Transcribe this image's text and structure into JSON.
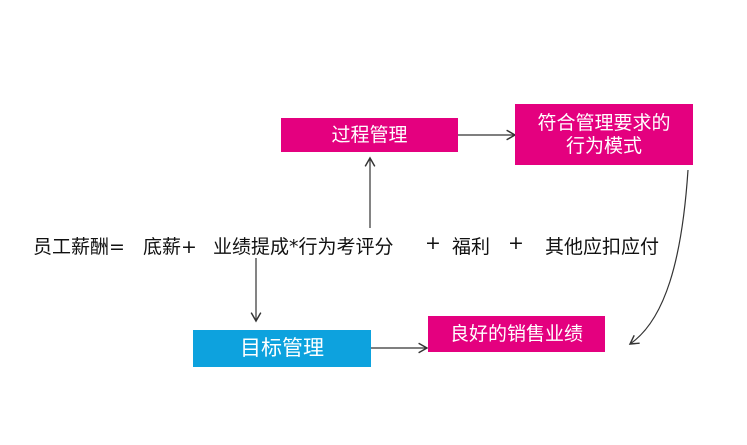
{
  "formula": {
    "lhs": "员工薪酬=",
    "base": "底薪+",
    "commission": "业绩提成*行为考评分",
    "plus1": "+",
    "welfare": "福利",
    "plus2": "+",
    "other": "其他应扣应付"
  },
  "boxes": {
    "process": "过程管理",
    "behavior_line1": "符合管理要求的",
    "behavior_line2": "行为模式",
    "target": "目标管理",
    "result": "良好的销售业绩"
  },
  "colors": {
    "pink": "#e4007f",
    "blue": "#0da2de"
  }
}
